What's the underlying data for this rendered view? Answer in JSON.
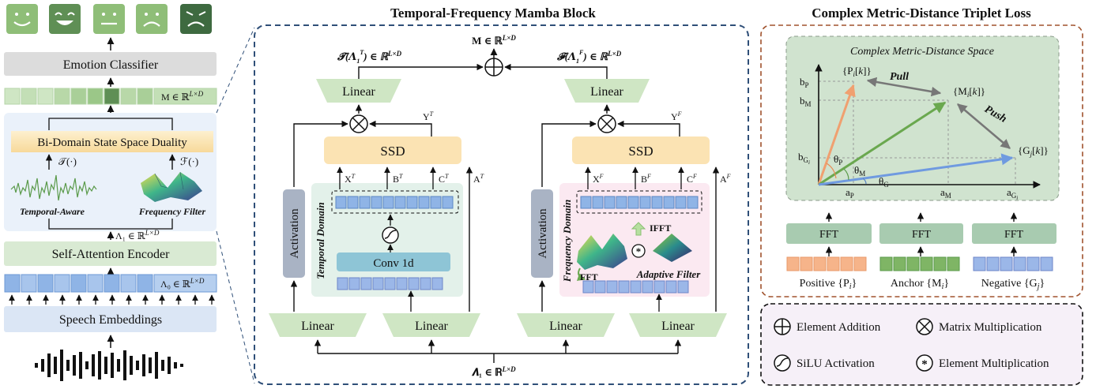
{
  "titles": {
    "mamba": "Temporal-Frequency Mamba Block",
    "loss": "Complex Metric-Distance Triplet Loss"
  },
  "left": {
    "emotion_classifier": "Emotion Classifier",
    "m_label": "M ∈ ℝ",
    "m_sup": "L×D",
    "bidomain": "Bi-Domain State Space Duality",
    "t_op": "𝒯(·)",
    "f_op": "ℱ(·)",
    "temporal_aware": "Temporal-Aware",
    "frequency_filter": "Frequency Filter",
    "lambda1": "Λ₁ ∈ ℝ",
    "lambda1_sup": "L×D",
    "self_attention": "Self-Attention Encoder",
    "lambda0": "Λ₀ ∈ ℝ",
    "lambda0_sup": "L×D",
    "speech_embeddings": "Speech Embeddings"
  },
  "mamba": {
    "m_out": "M ∈ ℝ",
    "m_out_sup": "L×D",
    "t_out": "𝓣(𝜦",
    "t_out_tail": ") ∈ ℝ",
    "t_out_sup": "L×D",
    "f_out": "𝓕(𝜦",
    "f_out_tail": ") ∈ ℝ",
    "f_out_sup": "L×D",
    "linear": "Linear",
    "ssd": "SSD",
    "activation": "Activation",
    "temporal_domain": "Temporal Domain",
    "frequency_domain": "Frequency Domain",
    "conv1d": "Conv 1d",
    "yt": "Y",
    "yf": "Y",
    "xt": "X",
    "bt": "B",
    "ct": "C",
    "at": "A",
    "xf": "X",
    "bf": "B",
    "cf": "C",
    "af": "A",
    "sup_t": "T",
    "sup_f": "F",
    "ifft": "IFFT",
    "fft": "FFT",
    "adaptive_filter": "Adaptive Filter",
    "lambda1_in": "𝜦₁ ∈ ℝ",
    "lambda1_in_sup": "L×D"
  },
  "loss": {
    "space_title": "Complex Metric-Distance Space",
    "pull": "Pull",
    "push": "Push",
    "p_vec": "{P",
    "m_vec": "{M",
    "g_vec": "{G",
    "bp": "b",
    "bm": "b",
    "bg": "b",
    "ap": "a",
    "am": "a",
    "ag": "a",
    "theta_p": "θ",
    "theta_m": "θ",
    "theta_g": "θ",
    "fft": "FFT",
    "positive": "Positive {P",
    "anchor": "Anchor {M",
    "negative": "Negative {G"
  },
  "legend": {
    "addition": "Element Addition",
    "matrix": "Matrix Multiplication",
    "silu": "SiLU Activation",
    "elem_mult": "Element Multiplication"
  },
  "colors": {
    "emoji_light": "#8fbe78",
    "emoji_mid": "#5f8f55",
    "emoji_dark": "#3e6a40",
    "classifier_gray": "#dcdcdc",
    "green_light": "#cfe6c4",
    "ssd_yellow": "#fbe3b3",
    "blue_block": "#c7d9f0",
    "mamba_border": "#2f4f78",
    "loss_border": "#a0522d",
    "pos_orange": "#f0a070",
    "anchor_green": "#6aa84f",
    "neg_blue": "#6f9ae0"
  }
}
